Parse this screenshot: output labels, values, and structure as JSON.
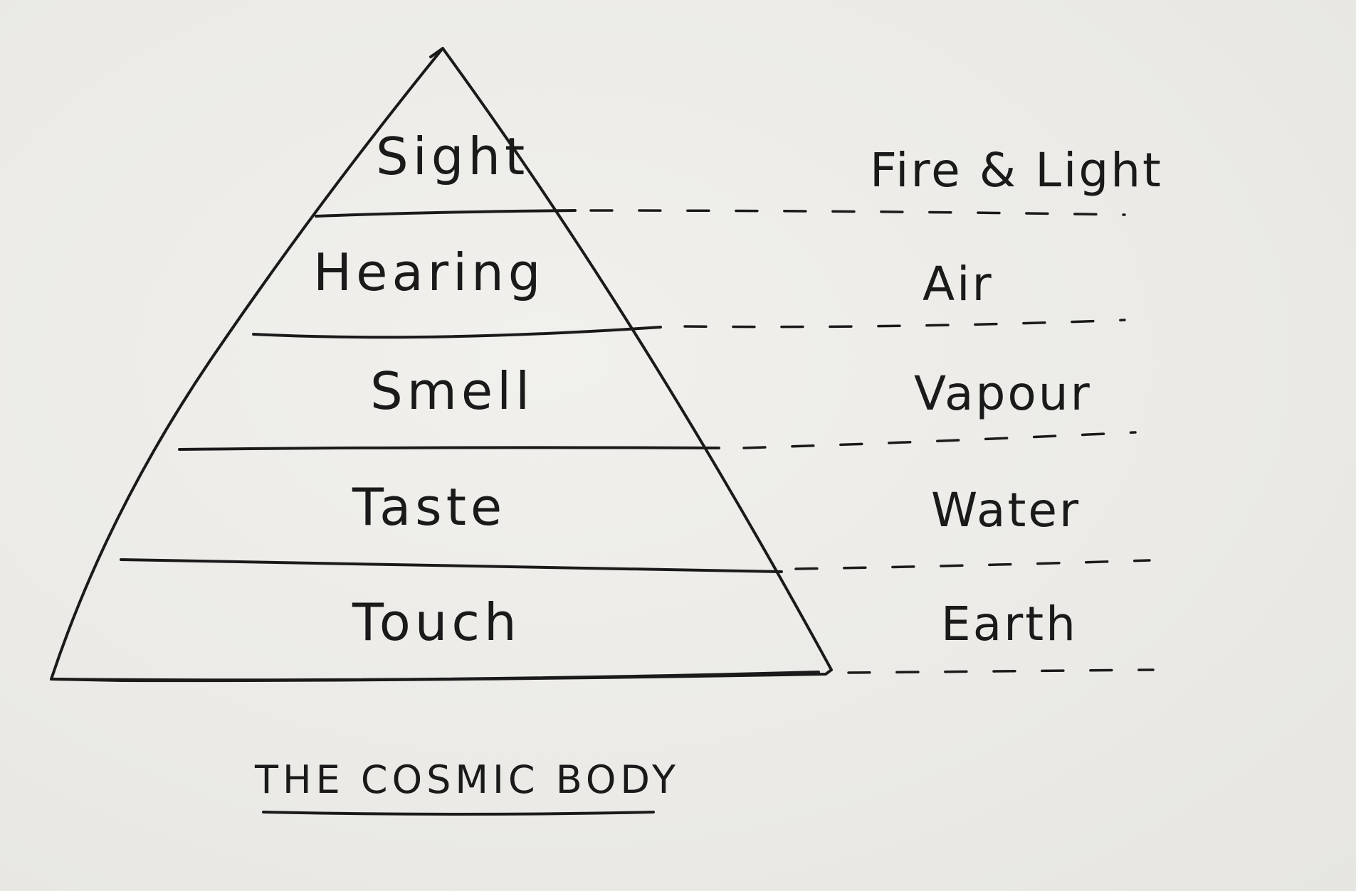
{
  "diagram": {
    "title": "THE COSMIC BODY",
    "levels": [
      {
        "sense": "Sight",
        "element": "Fire & Light"
      },
      {
        "sense": "Hearing",
        "element": "Air"
      },
      {
        "sense": "Smell",
        "element": "Vapour"
      },
      {
        "sense": "Taste",
        "element": "Water"
      },
      {
        "sense": "Touch",
        "element": "Earth"
      }
    ]
  }
}
